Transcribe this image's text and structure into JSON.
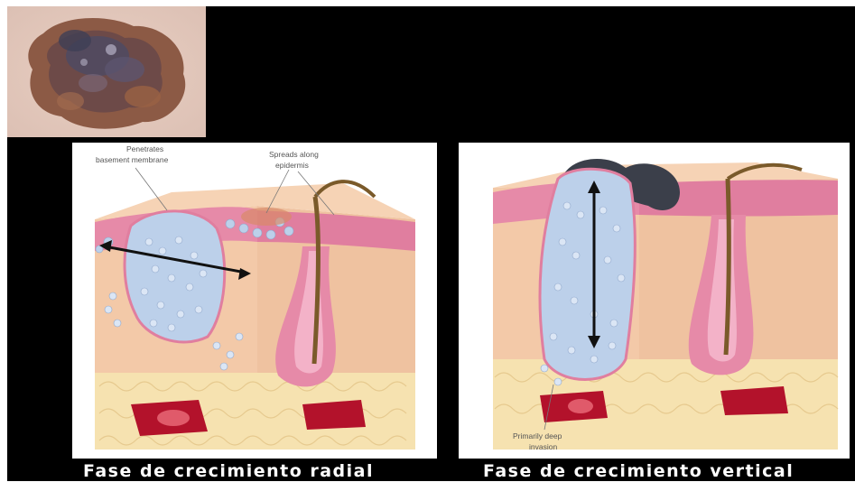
{
  "photo": {
    "icon": "melanoma-lesion-photo"
  },
  "left_panel": {
    "labels": {
      "penetrates": [
        "Penetrates",
        "basement membrane"
      ],
      "spreads": [
        "Spreads along",
        "epidermis"
      ]
    },
    "caption": "Fase de crecimiento radial"
  },
  "right_panel": {
    "labels": {
      "invasion": [
        "Primarily deep",
        "invasion"
      ]
    },
    "caption": "Fase de crecimiento vertical"
  },
  "colors": {
    "background": "#000000",
    "skin": "#f3c9a8",
    "dermis_pink": "#e68aa8",
    "tumor_cells": "#bcd0ea",
    "fat": "#f6e2b0",
    "vessel": "#b3122b",
    "hair": "#7a5a2a"
  }
}
